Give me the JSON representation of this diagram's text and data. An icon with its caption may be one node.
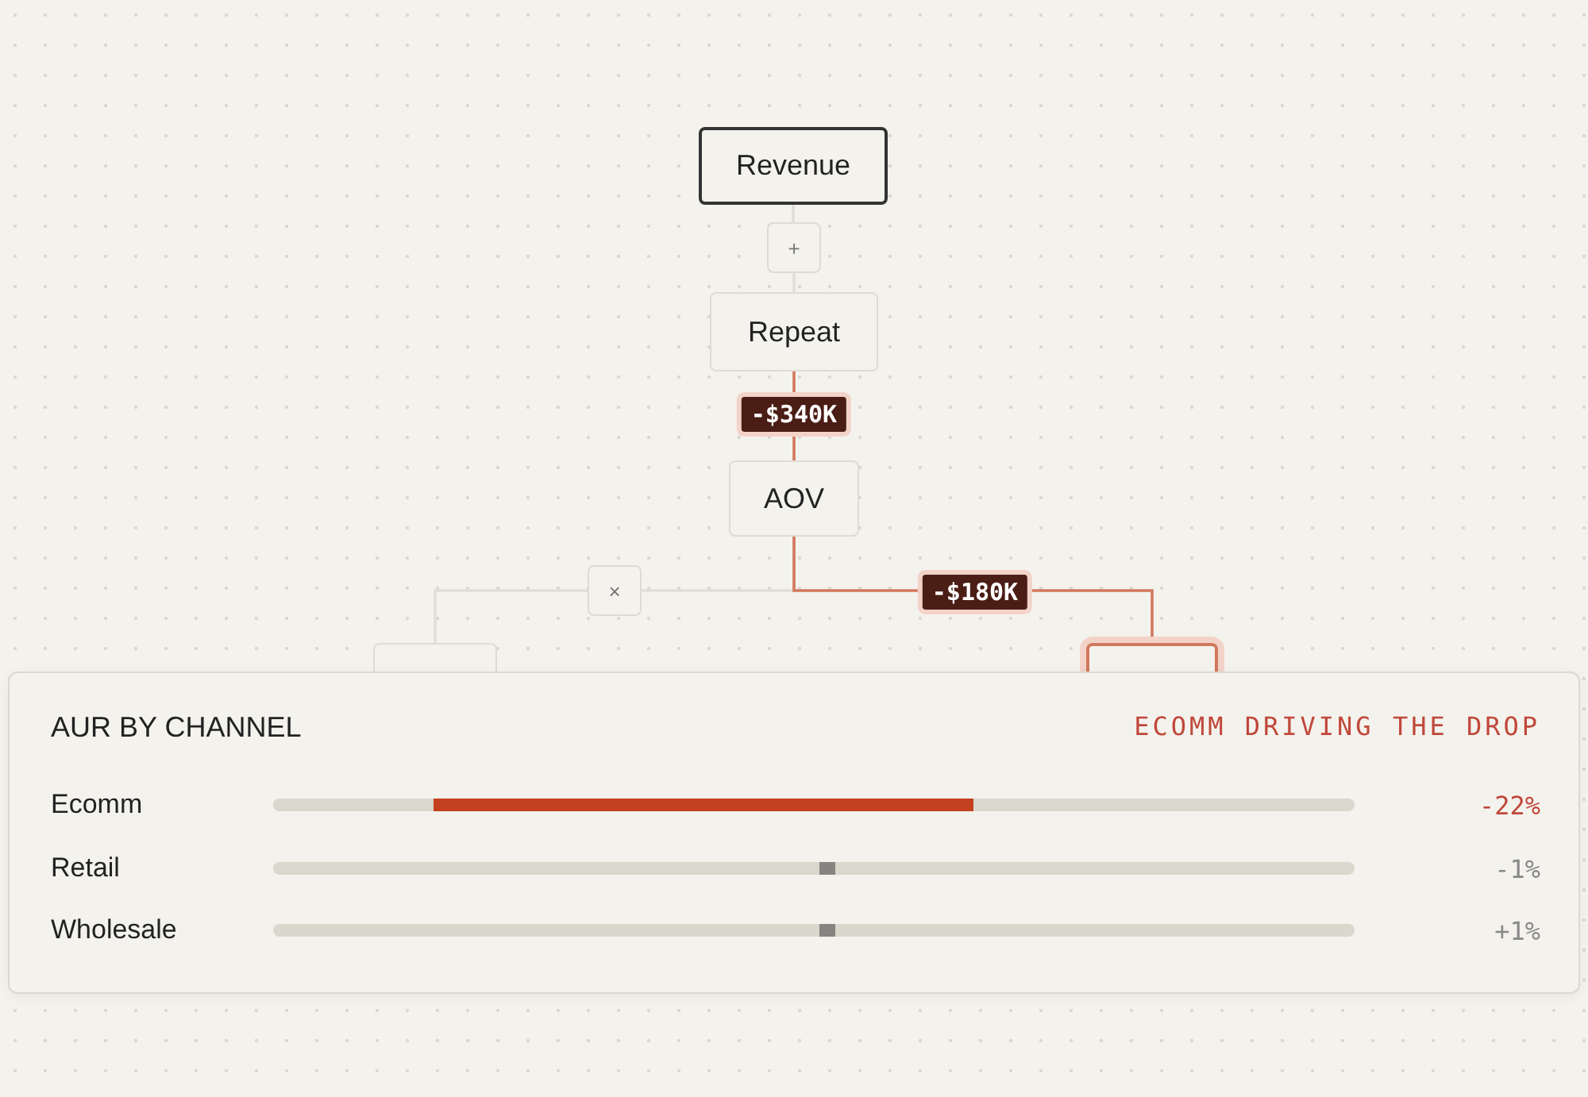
{
  "diagram": {
    "nodes": [
      {
        "text": [
          "Revenue"
        ]
      },
      {
        "text": [
          "+"
        ]
      },
      {
        "text": [
          "Repeat"
        ]
      },
      {
        "text": [
          "AOV"
        ]
      },
      {
        "text": [
          "×"
        ]
      },
      {
        "text": [],
        "shape": "box"
      },
      {
        "text": [],
        "shape": "box"
      },
      {
        "text": [
          "AUR BY CHANNEL",
          "ECOMM DRIVING THE DROP"
        ]
      }
    ],
    "edges": [
      {
        "from": 0,
        "to": 1,
        "arrow": "none"
      },
      {
        "from": 1,
        "to": 2,
        "arrow": "none"
      },
      {
        "from": 2,
        "to": 3,
        "arrow": "none",
        "label": "-$340K",
        "color": "#d2785e"
      },
      {
        "from": 3,
        "to": 4,
        "arrow": "none"
      },
      {
        "from": 4,
        "to": 5,
        "arrow": "none"
      },
      {
        "from": 3,
        "to": 6,
        "arrow": "none",
        "label": "-$180K",
        "color": "#d2785e"
      }
    ],
    "labels": [
      "Ecomm",
      "-22%",
      "Retail",
      "-1%",
      "Wholesale",
      "+1%"
    ]
  }
}
